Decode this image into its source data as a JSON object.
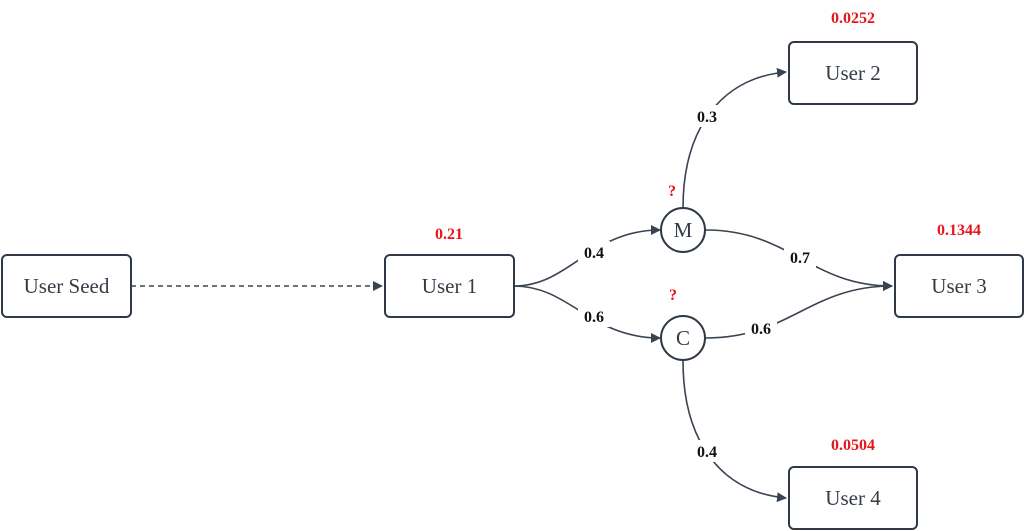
{
  "nodes": {
    "user_seed": "User Seed",
    "user_1": "User 1",
    "user_2": "User 2",
    "user_3": "User 3",
    "user_4": "User 4",
    "m": "M",
    "c": "C"
  },
  "edges": {
    "user1_to_m": "0.4",
    "user1_to_c": "0.6",
    "m_to_user2": "0.3",
    "m_to_user3": "0.7",
    "c_to_user3": "0.6",
    "c_to_user4": "0.4"
  },
  "scores": {
    "user_1": "0.21",
    "user_2": "0.0252",
    "user_3": "0.1344",
    "user_4": "0.0504",
    "m": "?",
    "c": "?"
  },
  "colors": {
    "score": "#e8141a",
    "stroke": "#2f3a46"
  }
}
